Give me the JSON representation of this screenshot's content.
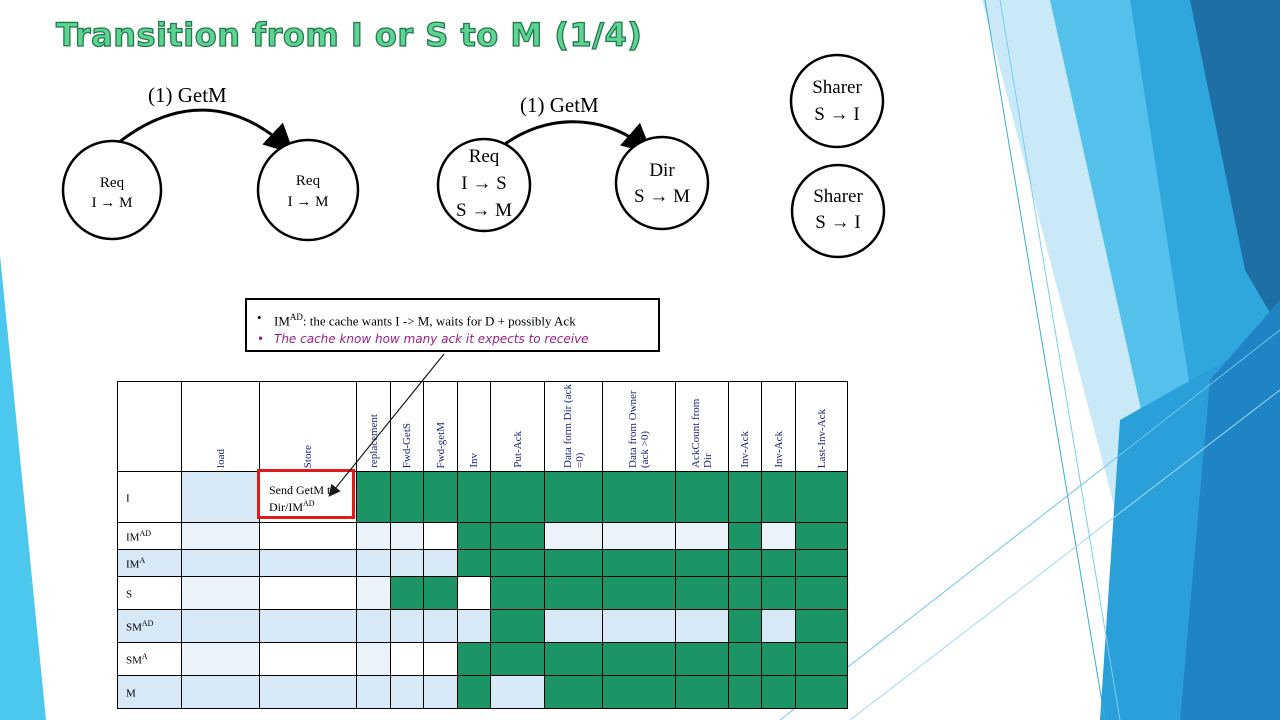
{
  "slide": {
    "title": "Transition from I or S to M (1/4)"
  },
  "diagram_left": {
    "arrow_label": "(1) GetM",
    "nodes": [
      {
        "line1": "Req",
        "line2": "I → M"
      },
      {
        "line1": "Req",
        "line2": "I → M"
      }
    ]
  },
  "diagram_right": {
    "arrow_label": "(1) GetM",
    "req_node": {
      "line1": "Req",
      "line2": "I → S",
      "line3": "S → M"
    },
    "dir_node": {
      "line1": "Dir",
      "line2": "S → M"
    },
    "sharers": [
      {
        "line1": "Sharer",
        "line2": "S → I"
      },
      {
        "line1": "Sharer",
        "line2": "S → I"
      }
    ]
  },
  "info_box": {
    "line1_prefix": "IM",
    "line1_sup": "AD",
    "line1_rest": ": the cache wants I -> M, waits for D + possibly Ack",
    "line2": "The cache know how many ack it expects to receive",
    "line2_color": "#9b1f8a"
  },
  "table": {
    "columns": [
      "",
      "load",
      "Store",
      "replacement",
      "Fwd-GetS",
      "Fwd-getM",
      "Inv",
      "Put-Ack",
      "Data form Dir (ack =0)",
      "Data from Owner (ack >0)",
      "AckCount from Dir",
      "Inv-Ack",
      "Inv-Ack",
      "Last-Inv-Ack"
    ],
    "rows": [
      {
        "state": "I",
        "sup": ""
      },
      {
        "state": "IM",
        "sup": "AD"
      },
      {
        "state": "IM",
        "sup": "A"
      },
      {
        "state": "S",
        "sup": ""
      },
      {
        "state": "SM",
        "sup": "AD"
      },
      {
        "state": "SM",
        "sup": "A"
      },
      {
        "state": "M",
        "sup": ""
      }
    ],
    "store_cell": {
      "text": "Send GetM to Dir/IM",
      "sup": "AD"
    },
    "colors": {
      "green": "#1b9566",
      "blue": "#d7e8f6",
      "light": "#eaf3fa",
      "highlight": "#e11a1a"
    }
  }
}
